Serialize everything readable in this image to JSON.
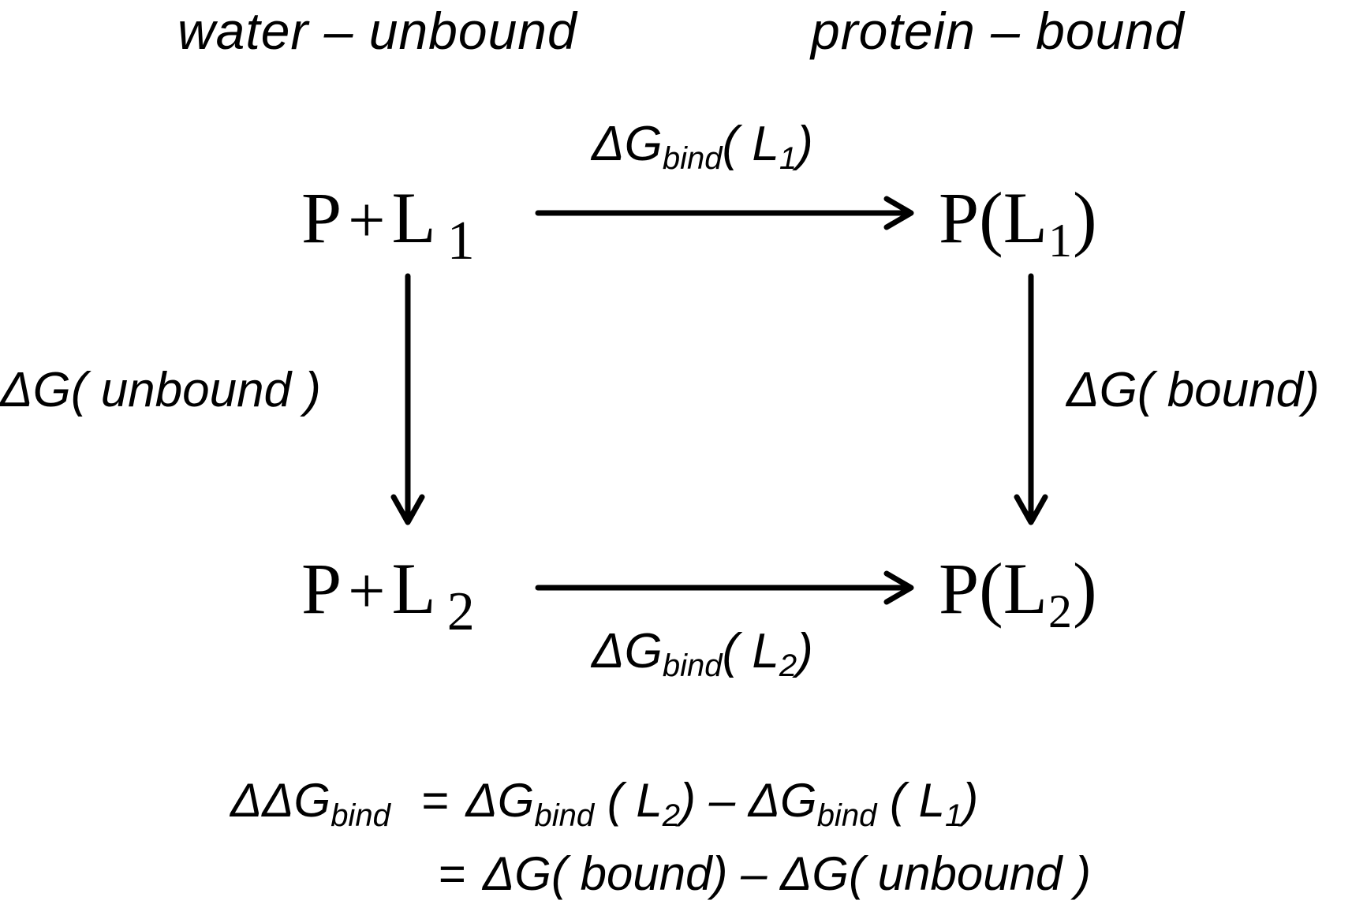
{
  "headers": {
    "left": "water  –  unbound",
    "right": "protein  – bound"
  },
  "states": {
    "top_left": {
      "P": "P",
      "op": "+",
      "L": "L",
      "sub": "1"
    },
    "bottom_left": {
      "P": "P",
      "op": "+",
      "L": "L",
      "sub": "2"
    },
    "top_right": {
      "open": "P(L",
      "sub": "1",
      "close": ")"
    },
    "bottom_right": {
      "open": "P(L",
      "sub": "2",
      "close": ")"
    }
  },
  "arrow_labels": {
    "top": {
      "main": "ΔG",
      "sub": "bind",
      "arg": "( L",
      "argsub": "1",
      "close": ")"
    },
    "bottom": {
      "main": "ΔG",
      "sub": "bind",
      "arg": "( L",
      "argsub": "2",
      "close": ")"
    },
    "left": "ΔG( unbound )",
    "right": "ΔG( bound)"
  },
  "equation": {
    "line1": {
      "lhs_main": "ΔΔG",
      "lhs_sub": "bind",
      "eq": "=",
      "t1_main": "ΔG",
      "t1_sub": "bind",
      "t1_arg": " ( L",
      "t1_argsub": "2",
      "t1_close": ")",
      "minus": " – ",
      "t2_main": "ΔG",
      "t2_sub": "bind",
      "t2_arg": " ( L",
      "t2_argsub": "1",
      "t2_close": ")"
    },
    "line2": {
      "eq": "=",
      "text": "ΔG( bound) –  ΔG( unbound )"
    }
  },
  "colors": {
    "ink": "#000000",
    "background": "#ffffff"
  }
}
